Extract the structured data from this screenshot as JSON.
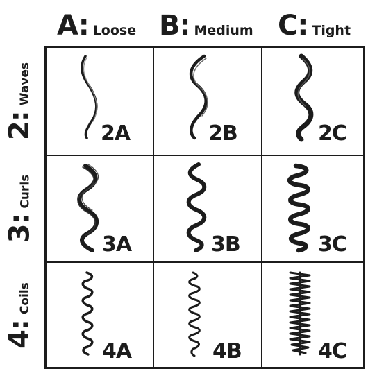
{
  "columns": [
    {
      "letter": "A:",
      "label": "Loose"
    },
    {
      "letter": "B:",
      "label": "Medium"
    },
    {
      "letter": "C:",
      "label": "Tight"
    }
  ],
  "rows": [
    {
      "number": "2:",
      "label": "Waves"
    },
    {
      "number": "3:",
      "label": "Curls"
    },
    {
      "number": "4:",
      "label": "Coils"
    }
  ],
  "cells": [
    [
      "2A",
      "2B",
      "2C"
    ],
    [
      "3A",
      "3B",
      "3C"
    ],
    [
      "4A",
      "4B",
      "4C"
    ]
  ],
  "colors": {
    "ink": "#1c1c1c",
    "background": "#ffffff"
  }
}
